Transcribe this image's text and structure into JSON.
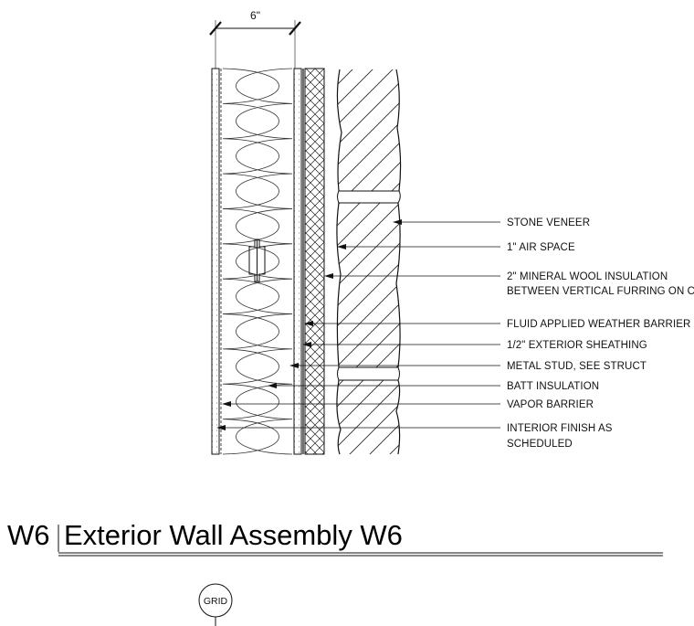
{
  "detail": {
    "tag": "W6",
    "title": "Exterior Wall Assembly W6"
  },
  "dimension": {
    "label": "6\""
  },
  "grid_bubble": {
    "label": "GRID"
  },
  "callouts": [
    {
      "lines": [
        "STONE VENEER"
      ]
    },
    {
      "lines": [
        "1\" AIR SPACE"
      ]
    },
    {
      "lines": [
        "2\" MINERAL WOOL INSULATION",
        "BETWEEN VERTICAL FURRING ON CLIPS"
      ]
    },
    {
      "lines": [
        "FLUID APPLIED WEATHER BARRIER"
      ]
    },
    {
      "lines": [
        "1/2\" EXTERIOR SHEATHING"
      ]
    },
    {
      "lines": [
        "METAL STUD, SEE STRUCT"
      ]
    },
    {
      "lines": [
        "BATT INSULATION"
      ]
    },
    {
      "lines": [
        "VAPOR BARRIER"
      ]
    },
    {
      "lines": [
        "INTERIOR FINISH AS",
        "SCHEDULED"
      ]
    }
  ]
}
